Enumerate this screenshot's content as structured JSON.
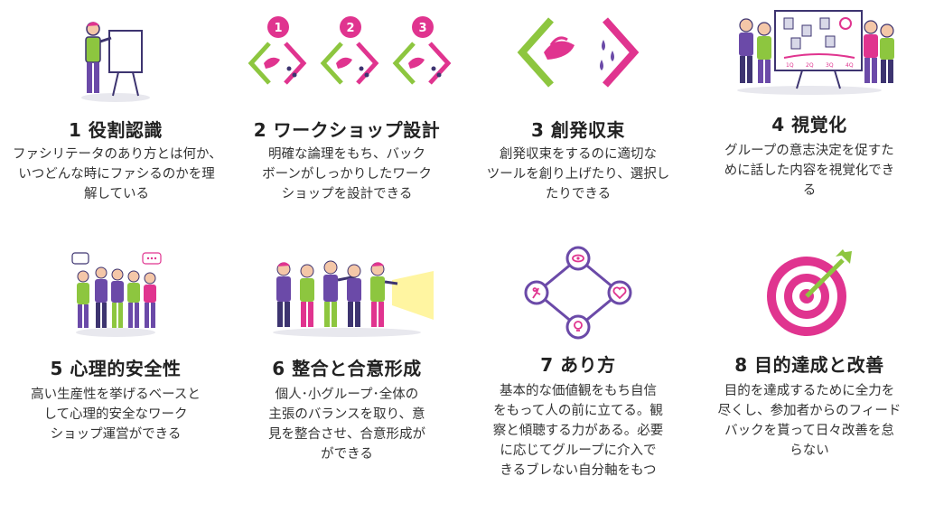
{
  "items": [
    {
      "title": "1 役割認識",
      "lines": [
        "ファシリテータのあり方とは何か、",
        "いつどんな時にファシるのかを理",
        "解している"
      ],
      "icon": "facilitator-whiteboard-icon"
    },
    {
      "title": "2 ワークショップ設計",
      "lines": [
        "明確な論理をもち、バック",
        "ボーンがしっかりしたワーク",
        "ショップを設計できる"
      ],
      "icon": "workshop-steps-icon",
      "steps": [
        "1",
        "2",
        "3"
      ]
    },
    {
      "title": "3 創発収束",
      "lines": [
        "創発収束をするのに適切な",
        "ツールを創り上げたり、選択し",
        "たりできる"
      ],
      "icon": "diverge-converge-icon"
    },
    {
      "title": "4 視覚化",
      "lines": [
        "グループの意志決定を促すた",
        "めに話した内容を視覚化でき",
        "る"
      ],
      "icon": "visualization-board-icon",
      "quarters": [
        "1Q",
        "2Q",
        "3Q",
        "4Q"
      ]
    },
    {
      "title": "5 心理的安全性",
      "lines": [
        "高い生産性を挙げるベースと",
        "して心理的安全なワーク",
        "ショップ運営ができる"
      ],
      "icon": "team-chat-icon"
    },
    {
      "title": "6 整合と合意形成",
      "lines": [
        "個人･小グループ･全体の",
        "主張のバランスを取り、意",
        "見を整合させ、合意形成が",
        "ができる"
      ],
      "icon": "group-consensus-icon"
    },
    {
      "title": "7 あり方",
      "lines": [
        "基本的な価値観をもち自信",
        "をもって人の前に立てる。観",
        "察と傾聴する力がある。必要",
        "に応じてグループに介入で",
        "きるブレない自分軸をもつ"
      ],
      "icon": "values-cycle-icon"
    },
    {
      "title": "8 目的達成と改善",
      "lines": [
        "目的を達成するために全力を",
        "尽くし、参加者からのフィード",
        "バックを貰って日々改善を怠",
        "らない"
      ],
      "icon": "target-arrow-icon"
    }
  ],
  "colors": {
    "magenta": "#e0348f",
    "green": "#8dc63f",
    "purple": "#6b4aa8",
    "navy": "#3d3470"
  }
}
